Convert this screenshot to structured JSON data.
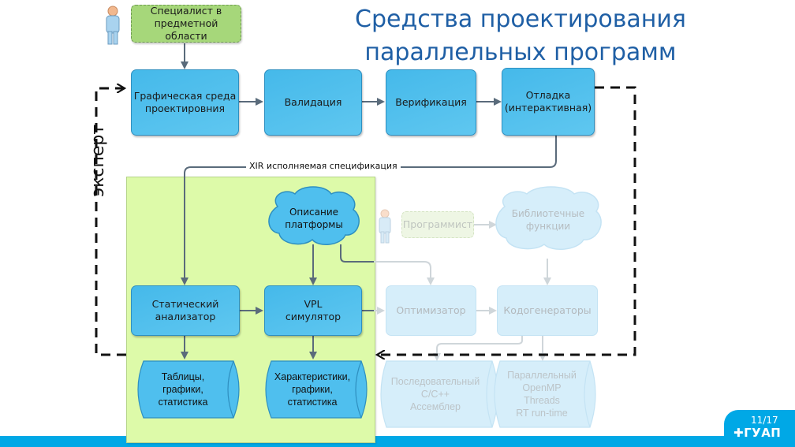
{
  "slide": {
    "title": "Средства проектирования\nпараллельных программ",
    "page_number": "11/17",
    "logo_text": "ГУАП",
    "colors": {
      "title": "#1f5fa5",
      "box_fill": "#4fbfee",
      "box_faded": "#d6eefa",
      "panel_green": "#ddfaa9",
      "actor_green": "#a6d77a",
      "connector": "#5a6b7b",
      "band": "#00a8e6"
    }
  },
  "actors": {
    "specialist": {
      "label": "Специалист в\nпредметной области"
    },
    "programmer": {
      "label": "Программист"
    }
  },
  "pipeline": {
    "graphic_env": "Графическая среда\nпроектировния",
    "validation": "Валидация",
    "verification": "Верификация",
    "debug": "Отладка\n(интерактивная)"
  },
  "connector_labels": {
    "xir": "XIR исполняемая спецификация",
    "expert": "эксперт"
  },
  "analysis": {
    "platform_desc": "Описание\nплатформы",
    "static_analyzer": "Статический\nанализатор",
    "vpl_simulator": "VPL\nсимулятор",
    "tables": "Таблицы,\nграфики,\nстатистика",
    "characteristics": "Характеристики,\nграфики,\nстатистика"
  },
  "codegen": {
    "library_functions": "Библиотечные\nфункции",
    "optimizer": "Оптимизатор",
    "code_generators": "Кодогенераторы",
    "sequential": "Последовательный\nC/C++\nАссемблер",
    "parallel": "Параллельный\nOpenMP\nThreads\nRT run-time"
  }
}
